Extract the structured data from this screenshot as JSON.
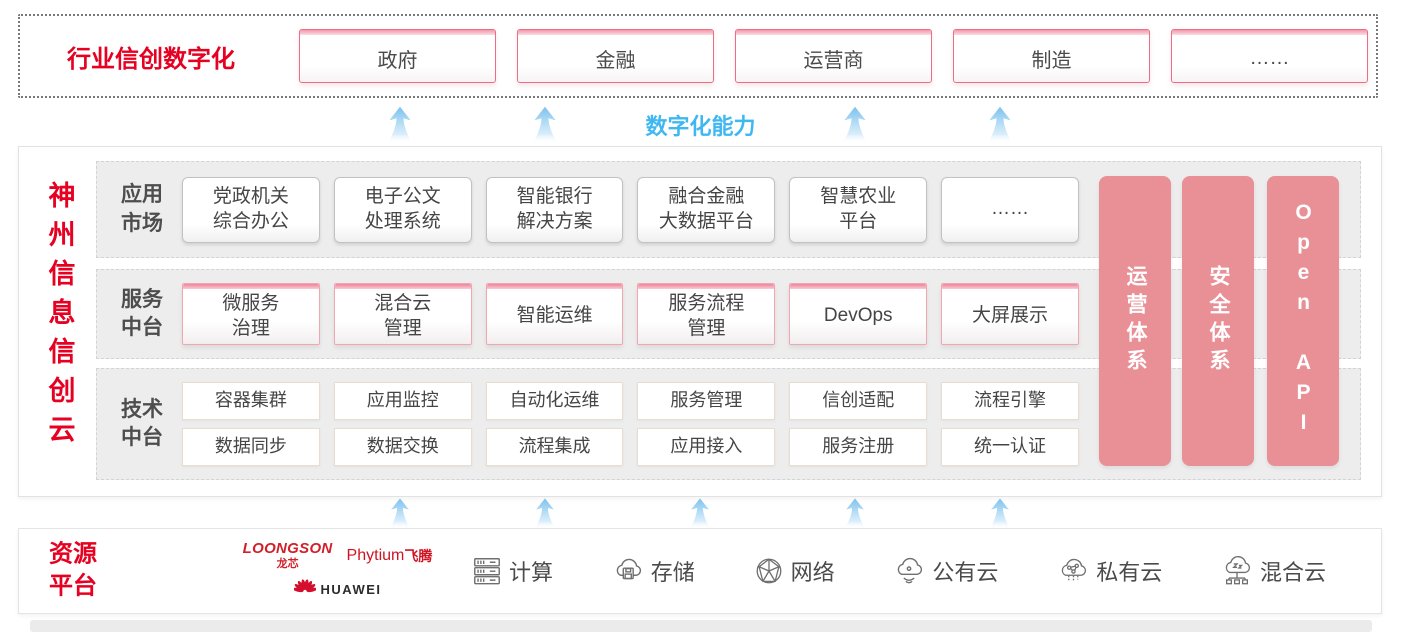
{
  "colors": {
    "brand_red": "#e60021",
    "bar_pink": "#e98f96",
    "capability_blue": "#3fb8f2",
    "box_text": "#454545"
  },
  "top_banner": {
    "title": "行业信创数字化",
    "industries": [
      "政府",
      "金融",
      "运营商",
      "制造",
      "……"
    ]
  },
  "capability_label": "数字化能力",
  "platform": {
    "vertical_title": "神州信息信创云",
    "rows": [
      {
        "label": "应用\n市场",
        "boxes": [
          "党政机关\n综合办公",
          "电子公文\n处理系统",
          "智能银行\n解决方案",
          "融合金融\n大数据平台",
          "智慧农业\n平台",
          "……"
        ]
      },
      {
        "label": "服务\n中台",
        "boxes": [
          "微服务\n治理",
          "混合云\n管理",
          "智能运维",
          "服务流程\n管理",
          "DevOps",
          "大屏展示"
        ]
      },
      {
        "label": "技术\n中台",
        "boxes_top": [
          "容器集群",
          "应用监控",
          "自动化运维",
          "服务管理",
          "信创适配",
          "流程引擎"
        ],
        "boxes_bottom": [
          "数据同步",
          "数据交换",
          "流程集成",
          "应用接入",
          "服务注册",
          "统一认证"
        ]
      }
    ],
    "side_bars": [
      "运营体系",
      "安全体系",
      "Open API"
    ]
  },
  "resources": {
    "title": "资源\n平台",
    "vendors": {
      "loongson_en": "LOONGSON",
      "loongson_cn": "龙芯",
      "phytium_en": "Phytium",
      "phytium_cn": "飞腾",
      "huawei": "HUAWEI"
    },
    "items": [
      {
        "icon": "compute-icon",
        "label": "计算"
      },
      {
        "icon": "storage-icon",
        "label": "存储"
      },
      {
        "icon": "network-icon",
        "label": "网络"
      },
      {
        "icon": "public-cloud-icon",
        "label": "公有云"
      },
      {
        "icon": "private-cloud-icon",
        "label": "私有云"
      },
      {
        "icon": "hybrid-cloud-icon",
        "label": "混合云"
      }
    ]
  }
}
